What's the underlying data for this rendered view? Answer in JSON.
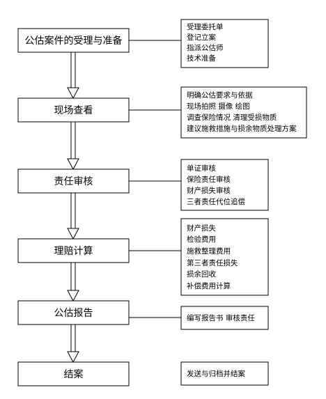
{
  "steps": [
    {
      "label": "公估案件的受理与准备",
      "notes": [
        "受理委托单",
        "登记立案",
        "指派公估师",
        "技术准备"
      ]
    },
    {
      "label": "现场查看",
      "notes": [
        "明确公估要求与依据",
        "现场拍照  摄像  绘图",
        "调查保险情况  清理受损物质",
        "建议施救措施与损余物质处理方案"
      ]
    },
    {
      "label": "责任审核",
      "notes": [
        "单证审核",
        "保险责任审核",
        "财产损失审核",
        "三者责任代位追偿"
      ]
    },
    {
      "label": "理赔计算",
      "notes": [
        "财产损失",
        "检验费用",
        "施救整理费用",
        "第三者责任损失",
        "损余回收",
        "补偿费用计算"
      ]
    },
    {
      "label": "公估报告",
      "notes": [
        "编写报告书    审核责任"
      ]
    },
    {
      "label": "结案",
      "notes": [
        "发送与归档并结案"
      ]
    }
  ]
}
